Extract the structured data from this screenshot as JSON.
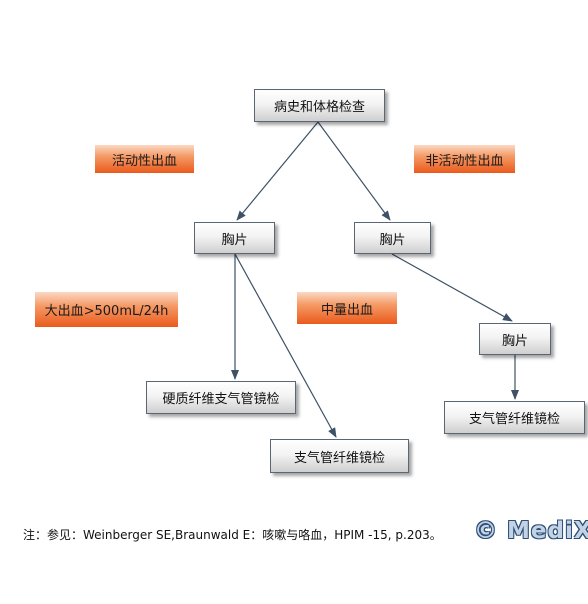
{
  "nodes": {
    "root": "病史和体格检查",
    "xray_left": "胸片",
    "xray_right": "胸片",
    "xray_right_lower": "胸片",
    "rigid_bronchoscopy": "硬质纤维支气管镜检",
    "bronchoscopy_left": "支气管纤维镜检",
    "bronchoscopy_right": "支气管纤维镜检"
  },
  "tags": {
    "active_bleeding": "活动性出血",
    "inactive_bleeding": "非活动性出血",
    "massive_bleeding": "大出血>500mL/24h",
    "moderate_bleeding": "中量出血"
  },
  "footnote": "注：参见：Weinberger SE,Braunwald E：咳嗽与咯血，HPIM -15, p.203。",
  "logo": "© MediX",
  "colors": {
    "tag_orange": "#ea5a1c",
    "arrow": "#3e5166",
    "box_border": "#5b6675"
  }
}
